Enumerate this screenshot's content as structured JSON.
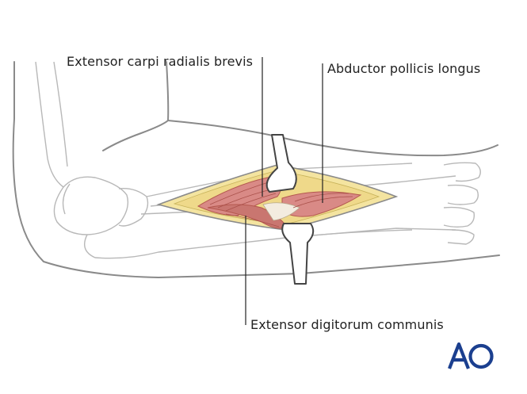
{
  "labels": {
    "extensor_carpi_radialis_brevis": "Extensor carpi radialis brevis",
    "abductor_pollicis_longus": "Abductor pollicis longus",
    "extensor_digitorum_communis": "Extensor digitorum communis"
  },
  "logo": {
    "text": "AO",
    "color": "#1b3f8f"
  },
  "colors": {
    "muscle": "#d98a86",
    "muscle_dark": "#b4584f",
    "fat": "#f4e4a0",
    "outline": "#8a8a8a"
  }
}
